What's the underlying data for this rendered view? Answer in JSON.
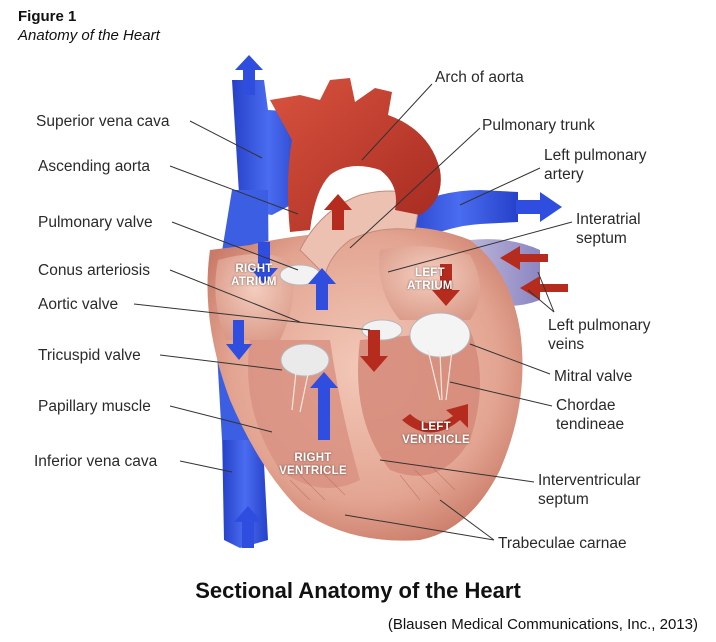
{
  "figure": {
    "number": "Figure 1",
    "caption": "Anatomy of the Heart"
  },
  "diagram": {
    "title": "Sectional Anatomy of the Heart",
    "credit": "(Blausen Medical Communications, Inc., 2013)",
    "chambers": {
      "right_atrium": "RIGHT ATRIUM",
      "left_atrium": "LEFT ATRIUM",
      "right_ventricle": "RIGHT VENTRICLE",
      "left_ventricle": "LEFT VENTRICLE"
    },
    "labels_left": {
      "superior_vena_cava": "Superior vena cava",
      "ascending_aorta": "Ascending aorta",
      "pulmonary_valve": "Pulmonary valve",
      "conus_arteriosis": "Conus arteriosis",
      "aortic_valve": "Aortic valve",
      "tricuspid_valve": "Tricuspid valve",
      "papillary_muscle": "Papillary muscle",
      "inferior_vena_cava": "Inferior vena cava"
    },
    "labels_right": {
      "arch_of_aorta": "Arch of aorta",
      "pulmonary_trunk": "Pulmonary trunk",
      "left_pulmonary_artery": "Left pulmonary artery",
      "interatrial_septum": "Interatrial septum",
      "left_pulmonary_veins": "Left pulmonary veins",
      "mitral_valve": "Mitral valve",
      "chordae_tendineae": "Chordae tendineae",
      "interventricular_septum": "Interventricular septum",
      "trabeculae_carnae": "Trabeculae carnae"
    },
    "colors": {
      "deoxygenated": "#3a5de0",
      "oxygenated": "#c03a2b",
      "muscle": "#eab3a2",
      "leader_line": "#333333"
    }
  }
}
